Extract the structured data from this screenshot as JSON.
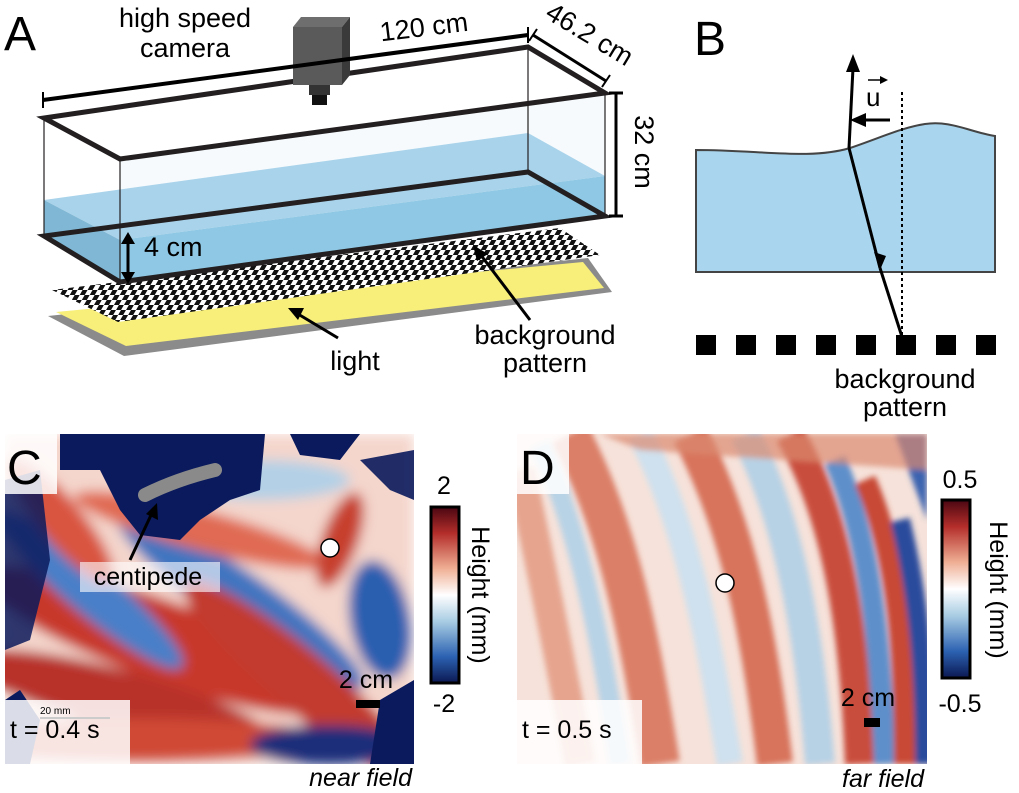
{
  "panel_a": {
    "letter": "A",
    "camera_label_line1": "high speed",
    "camera_label_line2": "camera",
    "length": "120 cm",
    "width": "46.2 cm",
    "height": "32 cm",
    "depth": "4 cm",
    "light": "light",
    "pattern_line1": "background",
    "pattern_line2": "pattern",
    "colors": {
      "water": "#8fc8e4",
      "light": "#f7ef7a",
      "frame": "#231f20"
    }
  },
  "panel_b": {
    "letter": "B",
    "vector": "u",
    "pattern_line1": "background",
    "pattern_line2": "pattern",
    "colors": {
      "water": "#a9d6ee"
    }
  },
  "panel_c": {
    "letter": "C",
    "specimen": "centipede",
    "time": "t = 0.4 s",
    "scale": "2 cm",
    "faint_scale": "20 mm",
    "caption": "near field",
    "colorbar": {
      "max": "2",
      "min": "-2",
      "label": "Height (mm)"
    }
  },
  "panel_d": {
    "letter": "D",
    "time": "t = 0.5 s",
    "scale": "2 cm",
    "caption": "far field",
    "colorbar": {
      "max": "0.5",
      "min": "-0.5",
      "label": "Height (mm)"
    }
  },
  "colormap": [
    "#0a1a5c",
    "#2a5fb0",
    "#a9cde3",
    "#ffffff",
    "#f0b39a",
    "#c23b2e",
    "#5a0a12"
  ]
}
